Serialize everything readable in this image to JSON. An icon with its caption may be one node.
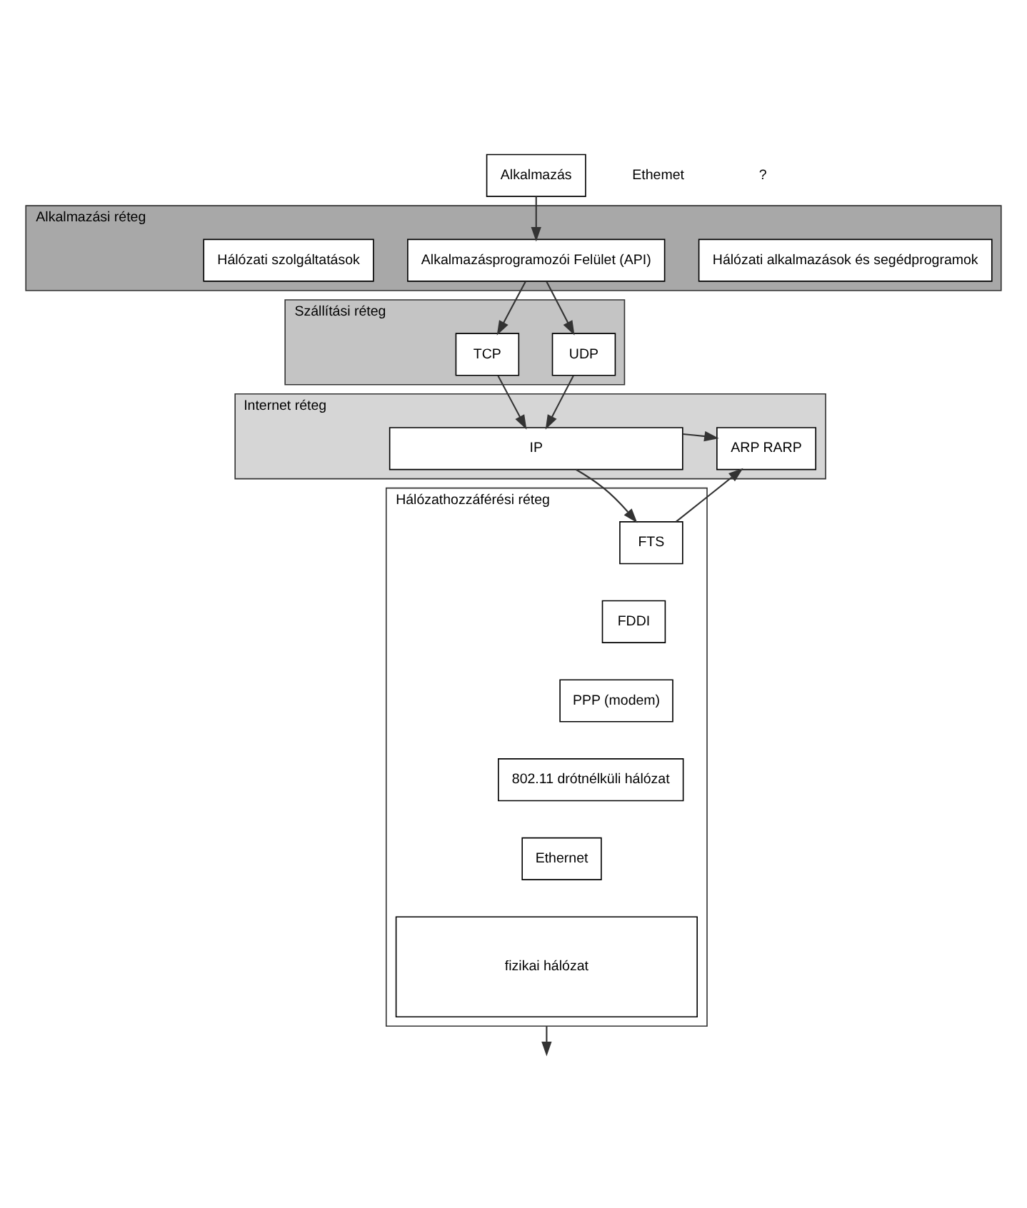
{
  "diagram": {
    "nodes": [
      {
        "text": [
          "Alkalmazás"
        ]
      },
      {
        "text": [
          "Alkalmazási réteg"
        ]
      },
      {
        "text": [
          "Hálózati szolgáltatások"
        ],
        "in": 1
      },
      {
        "text": [
          "Alkalmazásprogramozói Felület (API)"
        ],
        "in": 1
      },
      {
        "text": [
          "Hálózati alkalmazások és segédprogramok"
        ],
        "in": 1
      },
      {
        "text": [
          "Szállítási réteg"
        ]
      },
      {
        "text": [
          "TCP"
        ],
        "in": 5
      },
      {
        "text": [
          "UDP"
        ],
        "in": 5
      },
      {
        "text": [
          "Internet réteg"
        ]
      },
      {
        "text": [
          "IP"
        ],
        "in": 8
      },
      {
        "text": [
          "ARP RARP"
        ],
        "in": 8
      },
      {
        "text": [
          "Hálózathozzáférési réteg"
        ]
      },
      {
        "text": [
          "FTS"
        ],
        "in": 11
      },
      {
        "text": [
          "FDDI"
        ],
        "in": 11
      },
      {
        "text": [
          "PPP (modem)"
        ],
        "in": 11
      },
      {
        "text": [
          "802.11 drótnélküli hálózat"
        ],
        "in": 11
      },
      {
        "text": [
          "Ethernet"
        ],
        "in": 11
      },
      {
        "text": [
          "fizikai hálózat"
        ],
        "in": 11
      }
    ],
    "edges": [
      {
        "from": 0,
        "to": 3,
        "arrow": "to"
      },
      {
        "from": 3,
        "to": 6,
        "arrow": "to"
      },
      {
        "from": 3,
        "to": 7,
        "arrow": "to"
      },
      {
        "from": 6,
        "to": 9,
        "arrow": "to"
      },
      {
        "from": 7,
        "to": 9,
        "arrow": "to"
      },
      {
        "from": 9,
        "to": 10,
        "arrow": "to"
      },
      {
        "from": 9,
        "to": 12,
        "arrow": "to"
      },
      {
        "from": 12,
        "to": 10,
        "arrow": "to"
      },
      {
        "from": 11,
        "to": null,
        "arrow": "to"
      }
    ],
    "labels": [
      "Ethemet",
      "?"
    ]
  }
}
